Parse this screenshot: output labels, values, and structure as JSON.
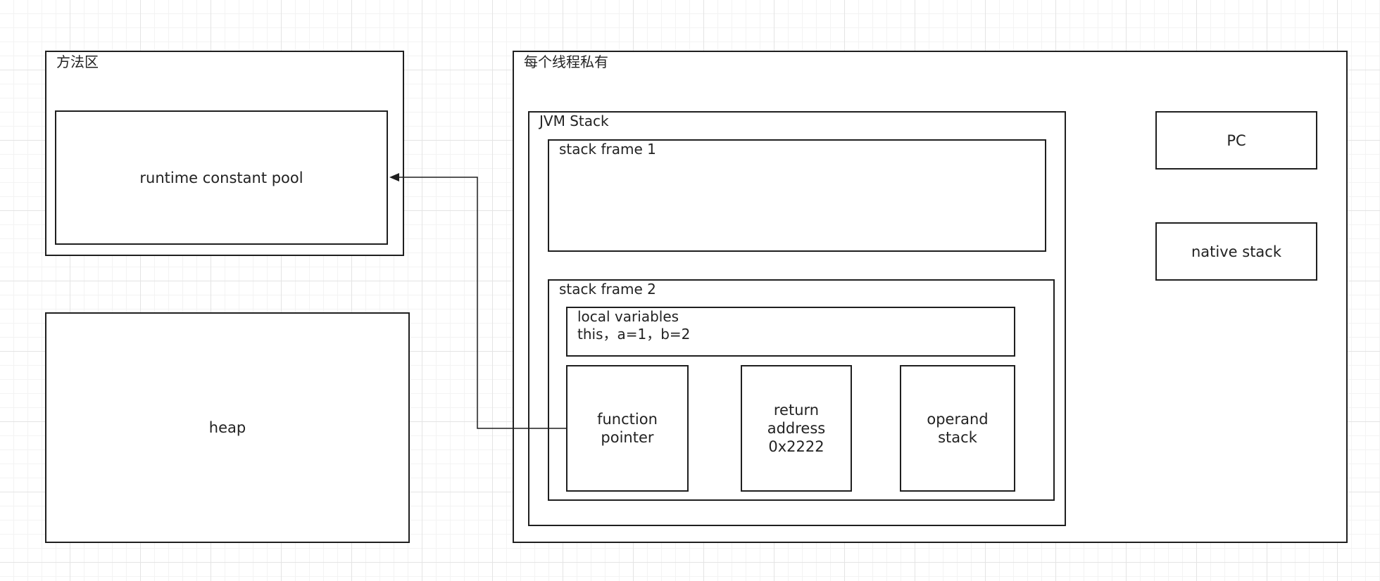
{
  "method_area": {
    "title": "方法区",
    "runtime_constant_pool": "runtime constant pool"
  },
  "heap": {
    "label": "heap"
  },
  "thread_private": {
    "title": "每个线程私有",
    "pc": "PC",
    "native_stack": "native stack",
    "jvm_stack": {
      "title": "JVM Stack",
      "frame1": {
        "title": "stack frame 1"
      },
      "frame2": {
        "title": "stack frame 2",
        "local_variables": {
          "title": "local variables",
          "values": "this，a=1，b=2"
        },
        "function_pointer": "function\npointer",
        "return_address": "return\naddress\n0x2222",
        "operand_stack": "operand\nstack"
      }
    }
  },
  "colors": {
    "stroke": "#1f1f1f",
    "grid": "#e4e4e4",
    "background": "#ffffff"
  }
}
